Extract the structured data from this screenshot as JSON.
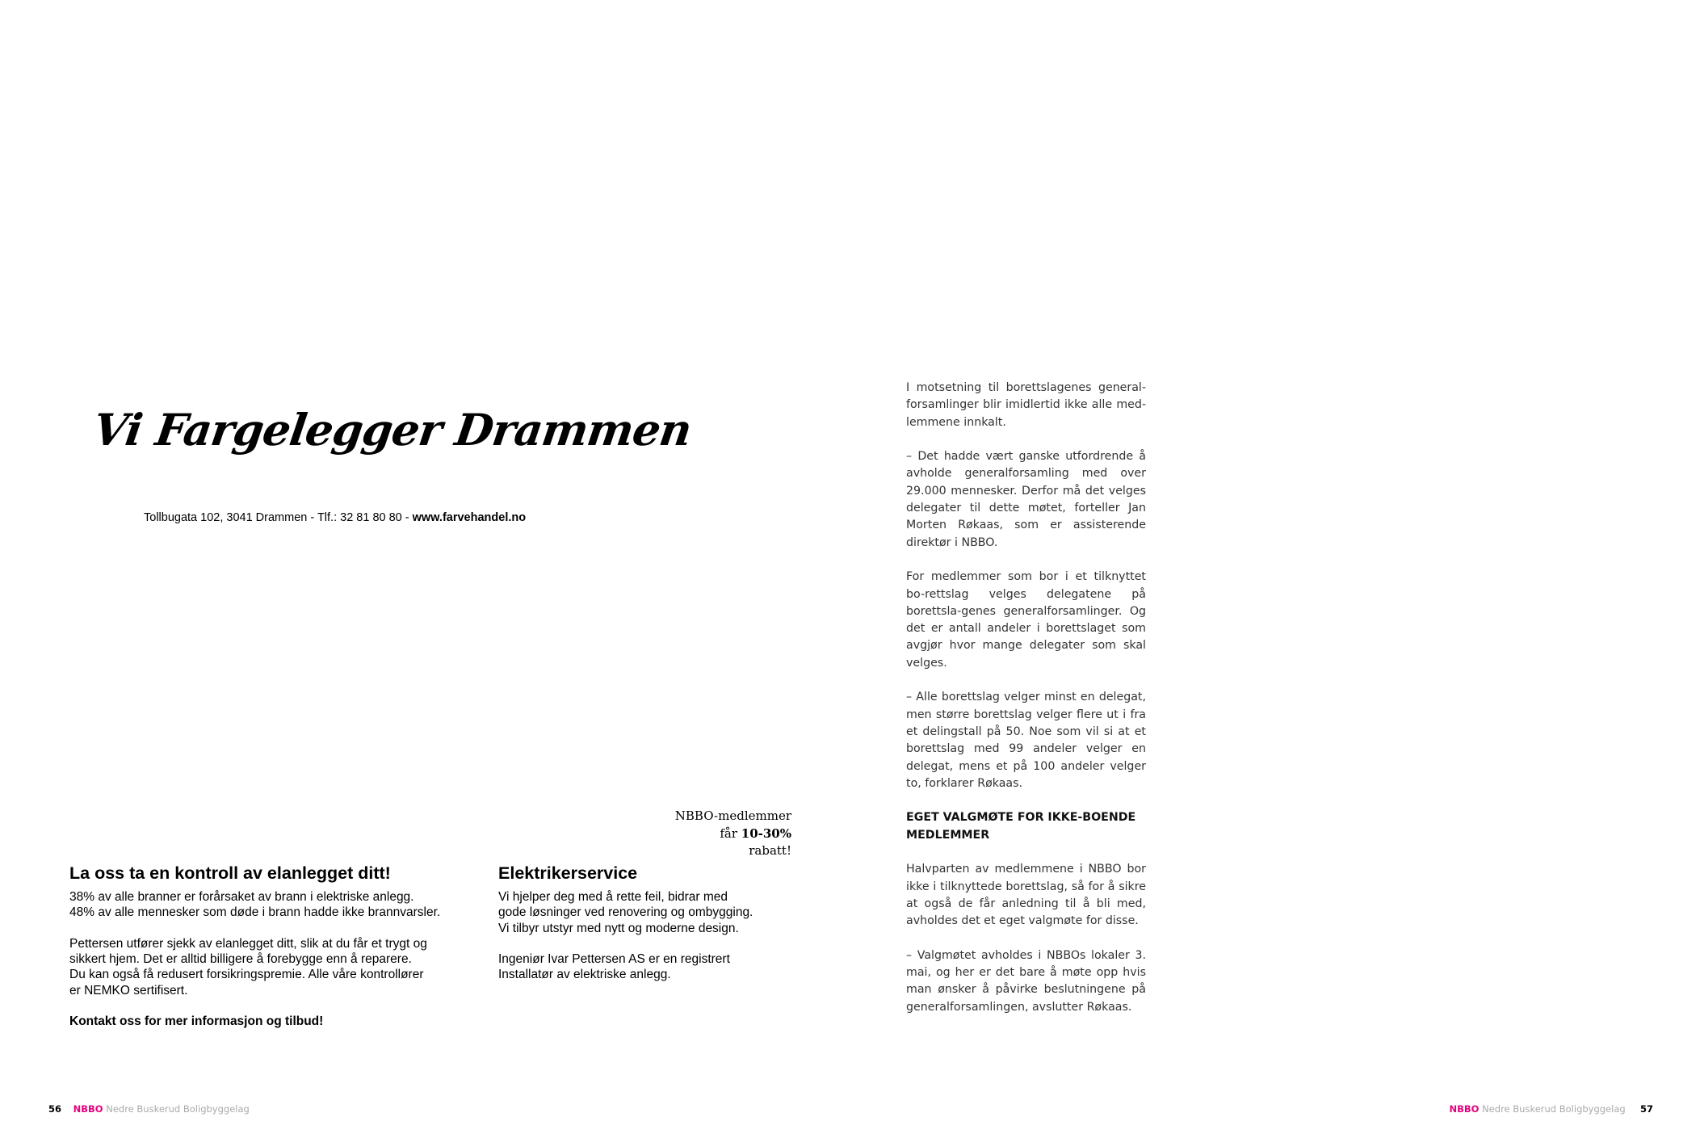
{
  "left_page": {
    "ad_logo_text": "Vi Fargelegger Drammen",
    "ad_address": "Tollbugata 102, 3041 Drammen - Tlf.: 32 81 80 80 - ",
    "ad_website": "www.farvehandel.no",
    "discount": {
      "line1": "NBBO-medlemmer",
      "line2_prefix": "får ",
      "line2_bold": "10-30%",
      "line3": "rabatt!"
    },
    "ad_control": {
      "heading": "La oss ta en kontroll av elanlegget ditt!",
      "lines": [
        "38% av alle branner er forårsaket av brann i elektriske anlegg.",
        "48% av alle mennesker som døde i brann hadde ikke brannvarsler.",
        "Pettersen utfører sjekk av elanlegget ditt, slik at du får et trygt og",
        "sikkert hjem. Det er alltid billigere å forebygge enn å reparere.",
        "Du kan også få redusert forsikringspremie. Alle våre kontrollører",
        "er NEMKO sertifisert."
      ],
      "cta": "Kontakt oss for mer informasjon og tilbud!"
    },
    "ad_service": {
      "heading": "Elektrikerservice",
      "lines": [
        "Vi hjelper deg med å rette feil, bidrar med",
        "gode løsninger ved renovering og ombygging.",
        "Vi tilbyr utstyr med nytt og moderne design.",
        "Ingeniør Ivar Pettersen AS er en registrert",
        "Installatør av elektriske anlegg."
      ]
    },
    "footer": {
      "page": "56",
      "brand": "NBBO",
      "org": " Nedre Buskerud Boligbyggelag"
    }
  },
  "right_page": {
    "paragraphs": [
      "I motsetning til borettslagenes general-forsamlinger blir imidlertid ikke alle med-lemmene innkalt.",
      "– Det hadde vært ganske utfordrende å avholde generalforsamling med over 29.000 mennesker. Derfor må det velges delegater til dette møtet, forteller Jan Morten Røkaas, som er assisterende direktør i NBBO.",
      "For medlemmer som bor i et tilknyttet bo-rettslag velges delegatene på borettsla-genes generalforsamlinger. Og det er antall andeler i borettslaget som avgjør hvor mange delegater som skal velges.",
      "– Alle borettslag velger minst en delegat, men større borettslag velger flere ut i fra et delingstall på 50. Noe som vil si at et borettslag med 99 andeler velger en delegat, mens et på 100 andeler velger to, forklarer Røkaas."
    ],
    "subheading": "EGET VALGMØTE FOR IKKE-BOENDE MEDLEMMER",
    "paragraphs2": [
      "Halvparten av medlemmene i NBBO bor ikke i tilknyttede borettslag, så for å sikre at også de får anledning til å bli med, avholdes det et eget valgmøte for disse.",
      "– Valgmøtet avholdes i NBBOs lokaler 3. mai, og her er det bare å møte opp hvis man ønsker å påvirke beslutningene på generalforsamlingen, avslutter Røkaas."
    ],
    "footer": {
      "page": "57",
      "brand": "NBBO",
      "org": "Nedre Buskerud Boligbyggelag "
    }
  },
  "colors": {
    "brand": "#e5007e",
    "footer_text": "#aaaaaa",
    "body_text": "#333333"
  }
}
